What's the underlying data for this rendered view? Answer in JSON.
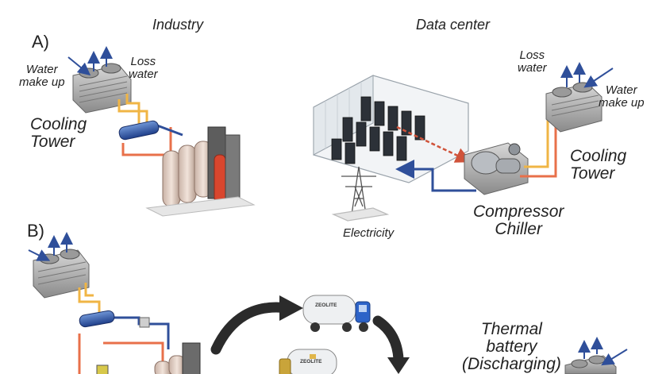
{
  "panel_a": {
    "letter": "A)",
    "industry_title": "Industry",
    "datacenter_title": "Data center",
    "left_tower": {
      "water_make_up": [
        "Water",
        "make up"
      ],
      "loss_water": [
        "Loss",
        "water"
      ],
      "name": [
        "Cooling",
        "Tower"
      ]
    },
    "right_tower": {
      "water_make_up": [
        "Water",
        "make up"
      ],
      "loss_water": [
        "Loss",
        "water"
      ],
      "name": [
        "Cooling",
        "Tower"
      ]
    },
    "electricity": "Electricity",
    "chiller": [
      "Compressor",
      "Chiller"
    ]
  },
  "panel_b": {
    "letter": "B)",
    "truck_brand": "ZEOLITE",
    "thermal_battery": [
      "Thermal",
      "battery",
      "(Discharging)"
    ]
  },
  "colors": {
    "hot": "#e8704a",
    "warm": "#f0b545",
    "cold": "#2f4f9a",
    "arrow": "#2b2b2b"
  }
}
